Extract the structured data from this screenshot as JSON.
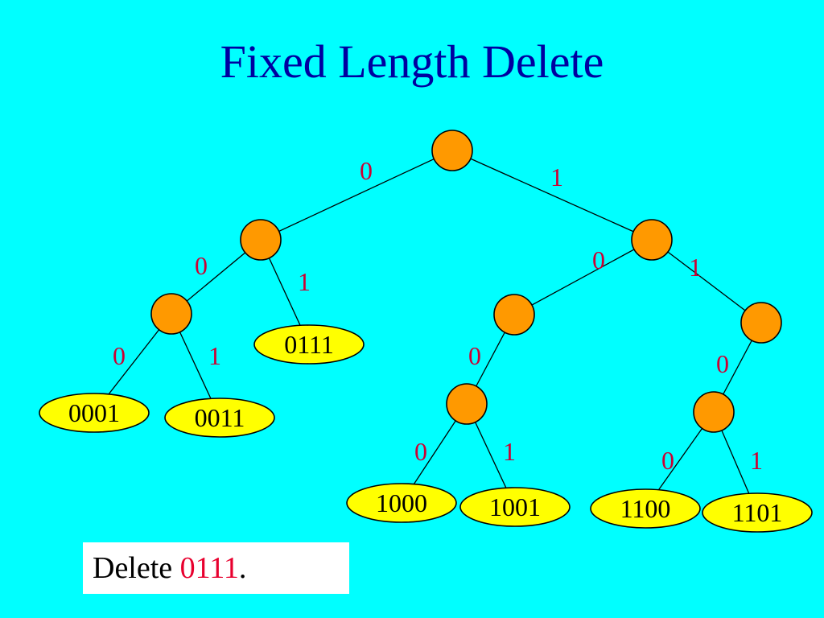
{
  "title": "Fixed Length Delete",
  "colors": {
    "background": "#00ffff",
    "title": "#0000a0",
    "internal_node": "#ff9900",
    "leaf_node": "#ffff00",
    "edge_label": "#cc0033",
    "highlight": "#e8002e"
  },
  "tree": {
    "nodes": [
      {
        "id": "root",
        "type": "internal"
      },
      {
        "id": "n0",
        "type": "internal"
      },
      {
        "id": "n1",
        "type": "internal"
      },
      {
        "id": "n00",
        "type": "internal"
      },
      {
        "id": "n10",
        "type": "internal"
      },
      {
        "id": "n11",
        "type": "internal"
      },
      {
        "id": "n100",
        "type": "internal"
      },
      {
        "id": "n110",
        "type": "internal"
      },
      {
        "id": "l0001",
        "type": "leaf",
        "label": "0001"
      },
      {
        "id": "l0011",
        "type": "leaf",
        "label": "0011"
      },
      {
        "id": "l0111",
        "type": "leaf",
        "label": "0111"
      },
      {
        "id": "l1000",
        "type": "leaf",
        "label": "1000"
      },
      {
        "id": "l1001",
        "type": "leaf",
        "label": "1001"
      },
      {
        "id": "l1100",
        "type": "leaf",
        "label": "1100"
      },
      {
        "id": "l1101",
        "type": "leaf",
        "label": "1101"
      }
    ],
    "edges": [
      {
        "from": "root",
        "to": "n0",
        "label": "0"
      },
      {
        "from": "root",
        "to": "n1",
        "label": "1"
      },
      {
        "from": "n0",
        "to": "n00",
        "label": "0"
      },
      {
        "from": "n0",
        "to": "l0111",
        "label": "1"
      },
      {
        "from": "n00",
        "to": "l0001",
        "label": "0"
      },
      {
        "from": "n00",
        "to": "l0011",
        "label": "1"
      },
      {
        "from": "n1",
        "to": "n10",
        "label": "0"
      },
      {
        "from": "n1",
        "to": "n11",
        "label": "1"
      },
      {
        "from": "n10",
        "to": "n100",
        "label": "0"
      },
      {
        "from": "n100",
        "to": "l1000",
        "label": "0"
      },
      {
        "from": "n100",
        "to": "l1001",
        "label": "1"
      },
      {
        "from": "n11",
        "to": "n110",
        "label": "0"
      },
      {
        "from": "n110",
        "to": "l1100",
        "label": "0"
      },
      {
        "from": "n110",
        "to": "l1101",
        "label": "1"
      }
    ]
  },
  "caption": {
    "prefix": "Delete ",
    "key": "0111",
    "suffix": "."
  }
}
